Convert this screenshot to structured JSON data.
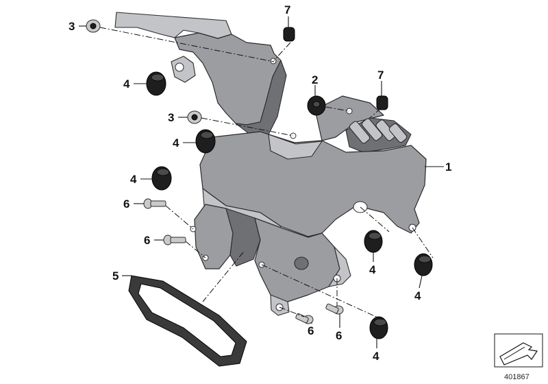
{
  "callouts": [
    {
      "id": "c1",
      "label": "1"
    },
    {
      "id": "c2",
      "label": "2"
    },
    {
      "id": "c3a",
      "label": "3"
    },
    {
      "id": "c3b",
      "label": "3"
    },
    {
      "id": "c4a",
      "label": "4"
    },
    {
      "id": "c4b",
      "label": "4"
    },
    {
      "id": "c4c",
      "label": "4"
    },
    {
      "id": "c4d",
      "label": "4"
    },
    {
      "id": "c4e",
      "label": "4"
    },
    {
      "id": "c4f",
      "label": "4"
    },
    {
      "id": "c5",
      "label": "5"
    },
    {
      "id": "c6a",
      "label": "6"
    },
    {
      "id": "c6b",
      "label": "6"
    },
    {
      "id": "c6c",
      "label": "6"
    },
    {
      "id": "c6d",
      "label": "6"
    },
    {
      "id": "c7a",
      "label": "7"
    },
    {
      "id": "c7b",
      "label": "7"
    }
  ],
  "catalog_number": "401867",
  "colors": {
    "frame": "#9c9da1",
    "rubber": "#1e1e1e",
    "bolt": "#c9cacc"
  }
}
